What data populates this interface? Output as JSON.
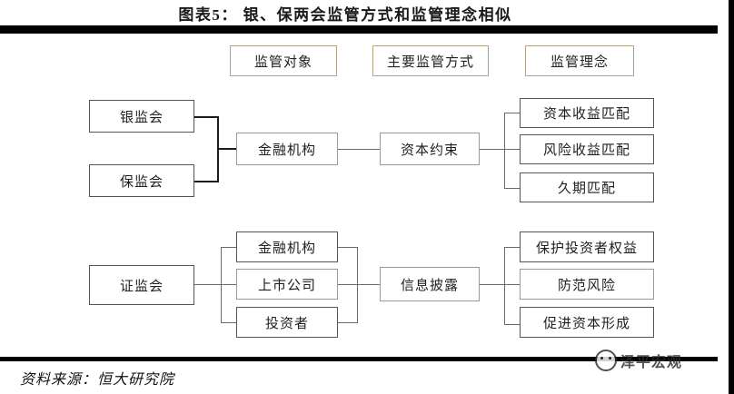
{
  "title": "图表5： 银、保两会监管方式和监管理念相似",
  "headers": [
    {
      "label": "监管对象"
    },
    {
      "label": "主要监管方式"
    },
    {
      "label": "监管理念"
    }
  ],
  "upper": {
    "regulators": [
      {
        "label": "银监会"
      },
      {
        "label": "保监会"
      }
    ],
    "object": {
      "label": "金融机构"
    },
    "method": {
      "label": "资本约束"
    },
    "concepts": [
      {
        "label": "资本收益匹配"
      },
      {
        "label": "风险收益匹配"
      },
      {
        "label": "久期匹配"
      }
    ]
  },
  "lower": {
    "regulator": {
      "label": "证监会"
    },
    "objects": [
      {
        "label": "金融机构"
      },
      {
        "label": "上市公司"
      },
      {
        "label": "投资者"
      }
    ],
    "method": {
      "label": "信息披露"
    },
    "concepts": [
      {
        "label": "保护投资者权益"
      },
      {
        "label": "防范风险"
      },
      {
        "label": "促进资本形成"
      }
    ]
  },
  "footer": {
    "source": "资料来源：恒大研究院"
  },
  "watermark": {
    "text": "泽平宏观",
    "icon": "round-face-logo"
  },
  "colors": {
    "header_border": "#b3a383",
    "node_border": "#9a9a9a",
    "line": "#6a6a6a",
    "bar": "#000000"
  }
}
